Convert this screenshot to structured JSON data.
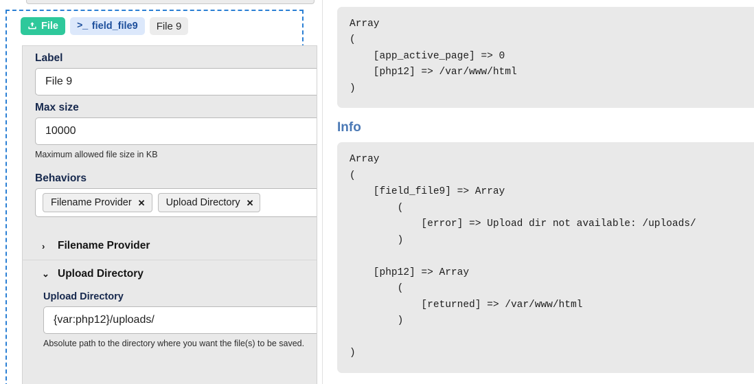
{
  "left_panel": {
    "badges": [
      {
        "name": "file-type-badge",
        "icon": "upload-icon",
        "label": "File"
      },
      {
        "name": "field-name-badge",
        "icon": "terminal-icon",
        "label": "field_file9"
      },
      {
        "name": "field-title-badge",
        "icon": null,
        "label": "File 9"
      }
    ],
    "fields": {
      "label": {
        "label": "Label",
        "value": "File 9",
        "placeholder": ""
      },
      "max_size": {
        "label": "Max size",
        "value": "10000",
        "placeholder": "",
        "help": "Maximum allowed file size in KB"
      },
      "behaviors": {
        "label": "Behaviors",
        "chips": [
          {
            "label": "Filename Provider",
            "remove": "✕"
          },
          {
            "label": "Upload Directory",
            "remove": "✕"
          }
        ]
      }
    },
    "accordion": [
      {
        "label": "Filename Provider",
        "expanded": false,
        "chevron": "›"
      },
      {
        "label": "Upload Directory",
        "expanded": true,
        "chevron": "⌄"
      }
    ],
    "upload_directory": {
      "label": "Upload Directory",
      "value": "{var:php12}/uploads/",
      "placeholder": "",
      "help": "Absolute path to the directory where you want the file(s) to be saved."
    }
  },
  "right_panel": {
    "top_output": "Array\n(\n    [app_active_page] => 0\n    [php12] => /var/www/html\n)",
    "info_heading": "Info",
    "info_output": "Array\n(\n    [field_file9] => Array\n        (\n            [error] => Upload dir not available: /uploads/\n        )\n\n    [php12] => Array\n        (\n            [returned] => /var/www/html\n        )\n\n)"
  },
  "colors": {
    "badge_file_bg": "#2ec89b",
    "badge_field_bg": "#dce8fb",
    "badge_field_text": "#1d4f9c",
    "selection_border": "#2a7fd4",
    "label_text": "#16284d",
    "heading_blue": "#4a78b5",
    "panel_bg": "#e9e9e9"
  }
}
